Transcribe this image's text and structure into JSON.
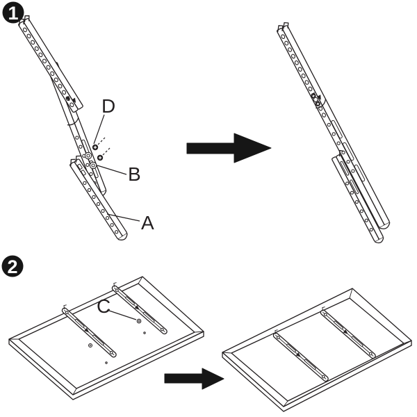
{
  "diagram": {
    "type": "assembly-instruction-sheet",
    "background_color": "#ffffff",
    "line_color": "#231f20",
    "arrow_color": "#161616",
    "badge": {
      "background_color": "#161616",
      "text_color": "#ffffff"
    },
    "steps": [
      {
        "number": "1",
        "arrow_icon": "right-arrow",
        "parts": [
          {
            "label": "D"
          },
          {
            "label": "B"
          },
          {
            "label": "A"
          }
        ]
      },
      {
        "number": "2",
        "arrow_icon": "right-arrow",
        "parts": [
          {
            "label": "C"
          }
        ]
      }
    ]
  }
}
